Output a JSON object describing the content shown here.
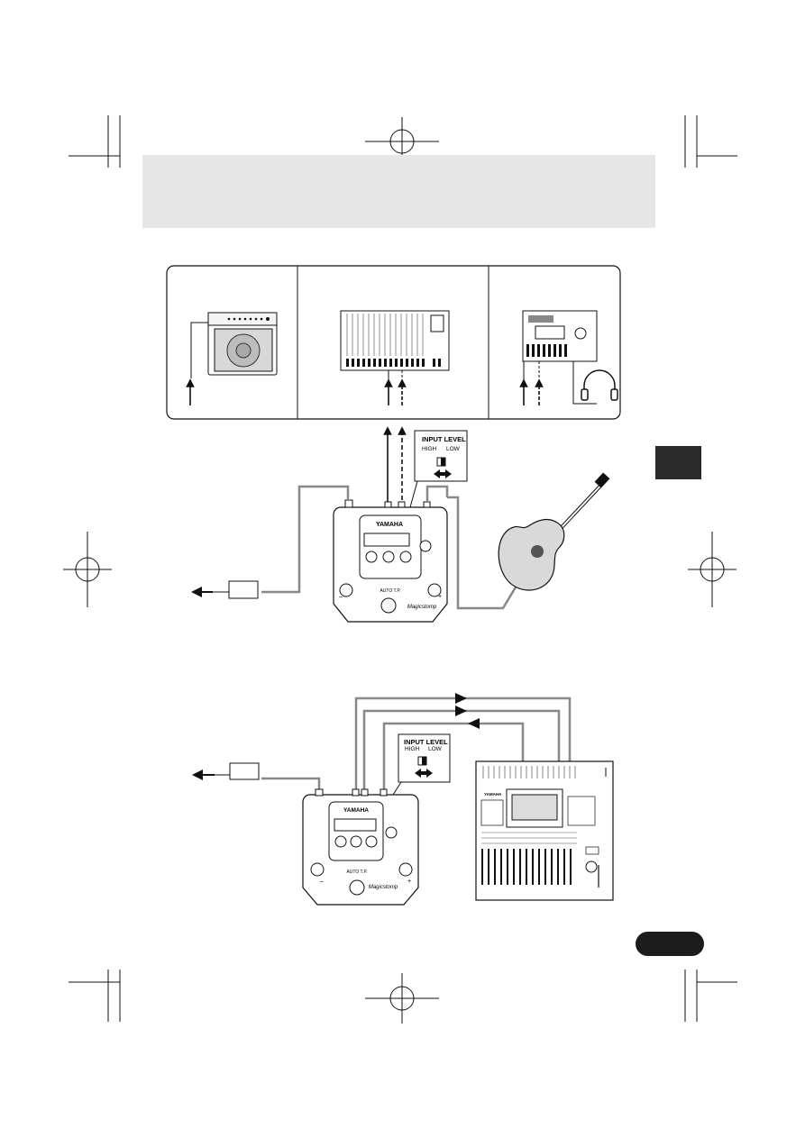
{
  "header_band": {
    "color": "#e6e6e6"
  },
  "side_tab": {
    "color": "#2a2a2a"
  },
  "page_badge": {
    "color": "#1c1c1c"
  },
  "diagram1": {
    "input_level": {
      "title": "INPUT LEVEL",
      "high": "HIGH",
      "low": "LOW"
    },
    "pedal": {
      "brand": "YAMAHA",
      "auto_tp": "AUTO T.P.",
      "logo": "Magicstomp",
      "minus": "–",
      "plus": "+"
    }
  },
  "diagram2": {
    "input_level": {
      "title": "INPUT LEVEL",
      "high": "HIGH",
      "low": "LOW"
    },
    "pedal": {
      "brand": "YAMAHA",
      "auto_tp": "AUTO T.P.",
      "logo": "Magicstomp",
      "minus": "–",
      "plus": "+"
    },
    "mixer": {
      "brand": "YAMAHA"
    }
  },
  "icons": [
    "crop-mark-icon",
    "registration-mark-icon",
    "arrow-icon",
    "double-arrow-icon",
    "headphones-icon",
    "guitar-icon"
  ]
}
